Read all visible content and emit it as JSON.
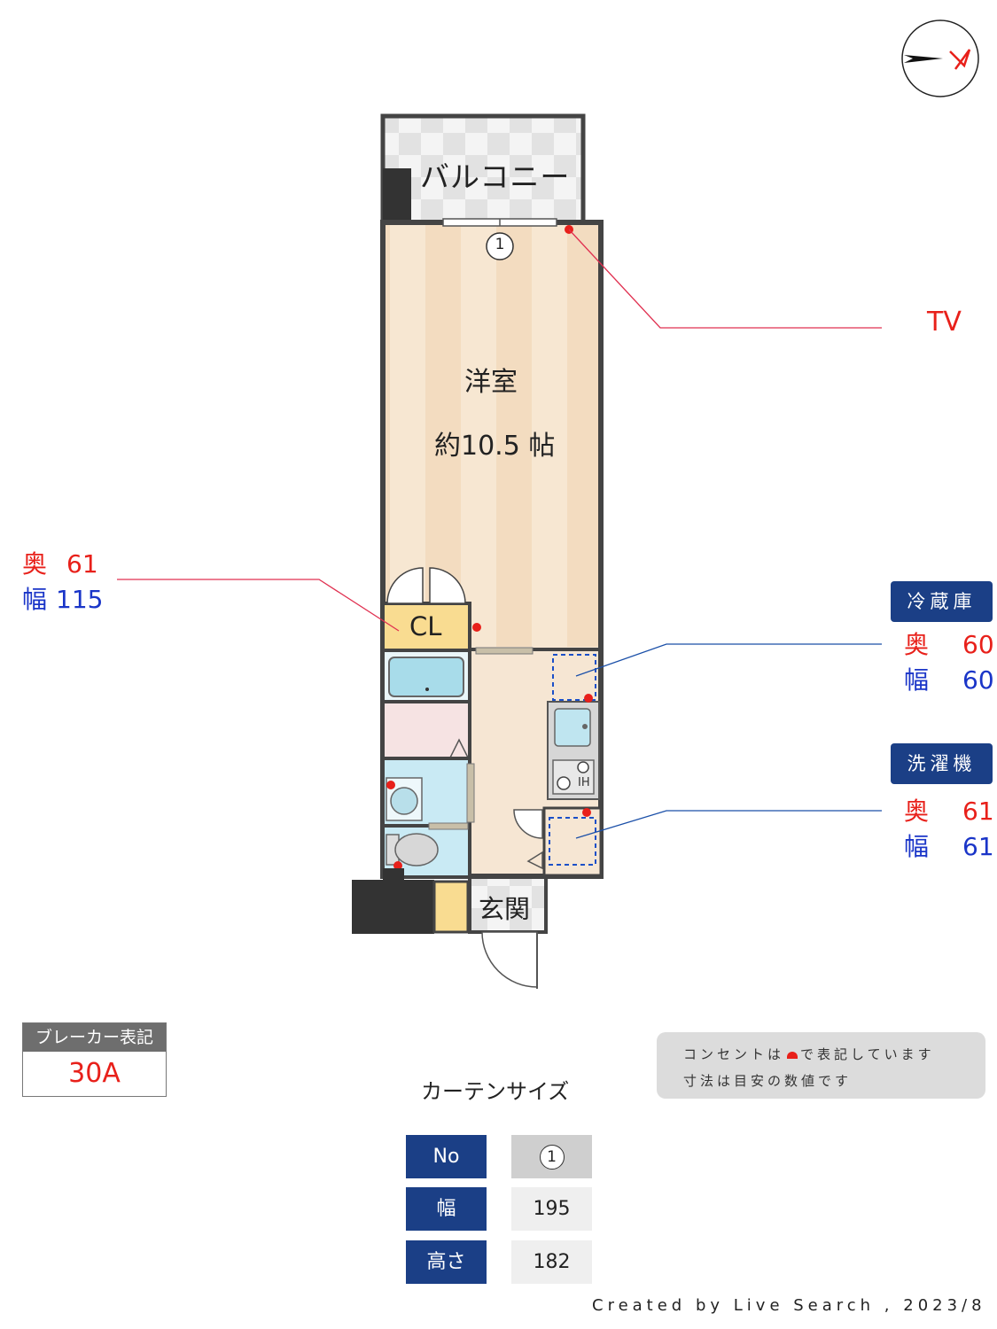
{
  "compass": {
    "north_label": "N"
  },
  "rooms": {
    "balcony": "バルコニー",
    "western_room": "洋室",
    "western_room_size": "約10.5 帖",
    "closet": "CL",
    "entrance": "玄関",
    "ih_label": "IH",
    "window_no": "1"
  },
  "tv_label": "TV",
  "closet_dims": {
    "depth_label": "奥",
    "depth": "61",
    "width_label": "幅",
    "width": "115"
  },
  "fridge": {
    "title": "冷蔵庫",
    "depth_label": "奥",
    "depth": "60",
    "width_label": "幅",
    "width": "60"
  },
  "washer": {
    "title": "洗濯機",
    "depth_label": "奥",
    "depth": "61",
    "width_label": "幅",
    "width": "61"
  },
  "breaker": {
    "title": "ブレーカー表記",
    "value": "30A"
  },
  "notice": {
    "line1_a": "コンセントは",
    "line1_b": "で表記しています",
    "line2": "寸法は目安の数値です"
  },
  "curtain": {
    "title": "カーテンサイズ",
    "rows": [
      {
        "header": "No",
        "value": "1"
      },
      {
        "header": "幅",
        "value": "195"
      },
      {
        "header": "高さ",
        "value": "182"
      }
    ]
  },
  "credit": "Created by Live Search , 2023/8",
  "colors": {
    "outlet": "#e8201a",
    "badge": "#1b3f86",
    "floor": "#f3dcc0",
    "wall": "#444444"
  }
}
